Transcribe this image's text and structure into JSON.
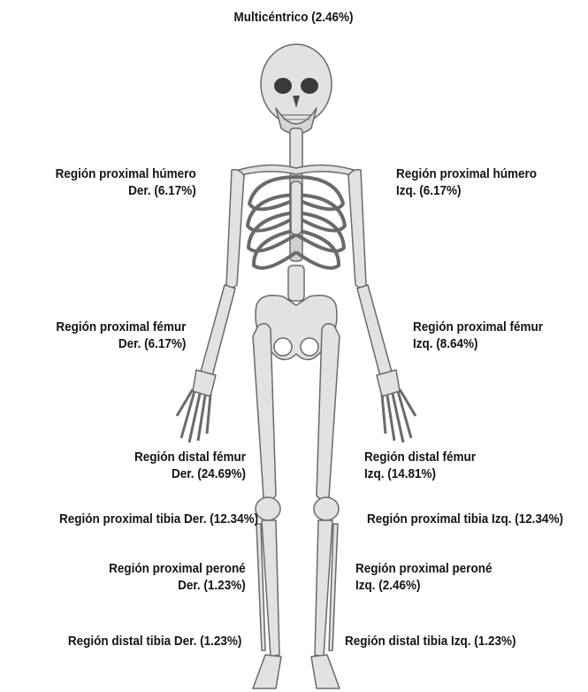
{
  "labels": {
    "multicentrico": "Multicéntrico (2.46%)",
    "humero_der": [
      "Región proximal húmero",
      "Der. (6.17%)"
    ],
    "humero_izq": [
      "Región proximal húmero",
      "Izq. (6.17%)"
    ],
    "femur_prox_der": [
      "Región proximal fémur",
      "Der. (6.17%)"
    ],
    "femur_prox_izq": [
      "Región proximal fémur",
      "Izq. (8.64%)"
    ],
    "femur_dist_der": [
      "Región distal fémur",
      "Der. (24.69%)"
    ],
    "femur_dist_izq": [
      "Región distal fémur",
      "Izq. (14.81%)"
    ],
    "tibia_prox_der": "Región proximal tibia Der. (12.34%)",
    "tibia_prox_izq": "Región proximal tibia Izq. (12.34%)",
    "perone_der": [
      "Región proximal peroné",
      "Der. (1.23%)"
    ],
    "perone_izq": [
      "Región proximal peroné",
      "Izq. (2.46%)"
    ],
    "tibia_dist_der": "Región distal tibia Der. (1.23%)",
    "tibia_dist_izq": "Región distal tibia Izq. (1.23%)"
  },
  "colors": {
    "bone": "#e2e2e2",
    "outline": "#6a6a6a",
    "text": "#141414"
  }
}
